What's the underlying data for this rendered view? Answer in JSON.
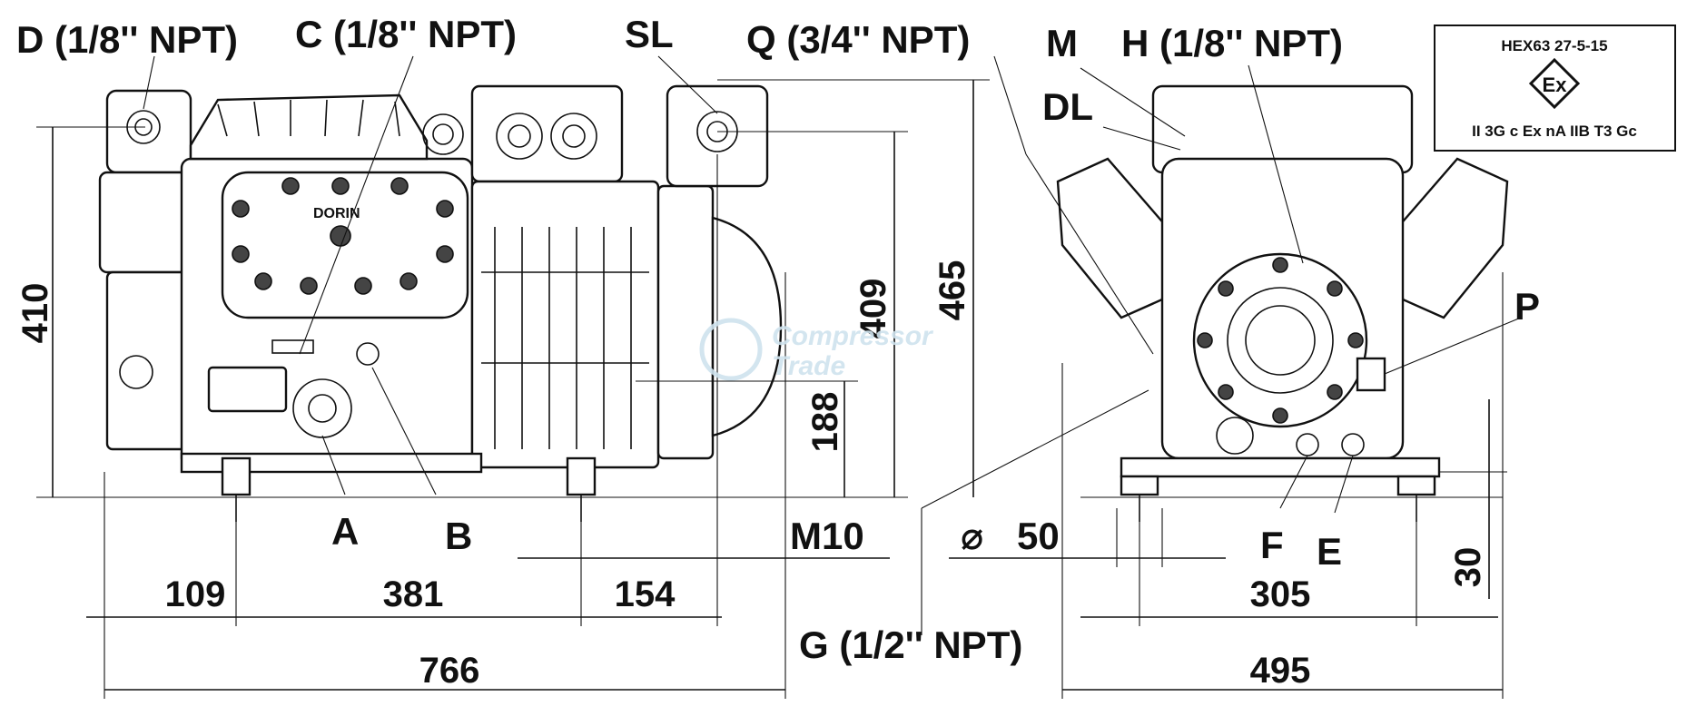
{
  "labels": {
    "d": "D (1/8'' NPT)",
    "c": "C (1/8'' NPT)",
    "sl": "SL",
    "q": "Q (3/4'' NPT)",
    "m": "M",
    "h": "H (1/8'' NPT)",
    "dl": "DL",
    "p": "P",
    "a": "A",
    "b": "B",
    "m10": "M10",
    "dia_sym": "⌀",
    "dia_val": "50",
    "f": "F",
    "e": "E",
    "g": "G (1/2'' NPT)"
  },
  "dimensions": {
    "d410": "410",
    "d409": "409",
    "d465": "465",
    "d188": "188",
    "d109": "109",
    "d381": "381",
    "d154": "154",
    "d766": "766",
    "d305": "305",
    "d495": "495",
    "d30": "30"
  },
  "certification": {
    "code": "HEX63 27-5-15",
    "symbol": "Ex",
    "marking": "II 3G c Ex nA IIB T3 Gc"
  },
  "watermark": {
    "line1": "Compressor",
    "line2": "Trade"
  }
}
